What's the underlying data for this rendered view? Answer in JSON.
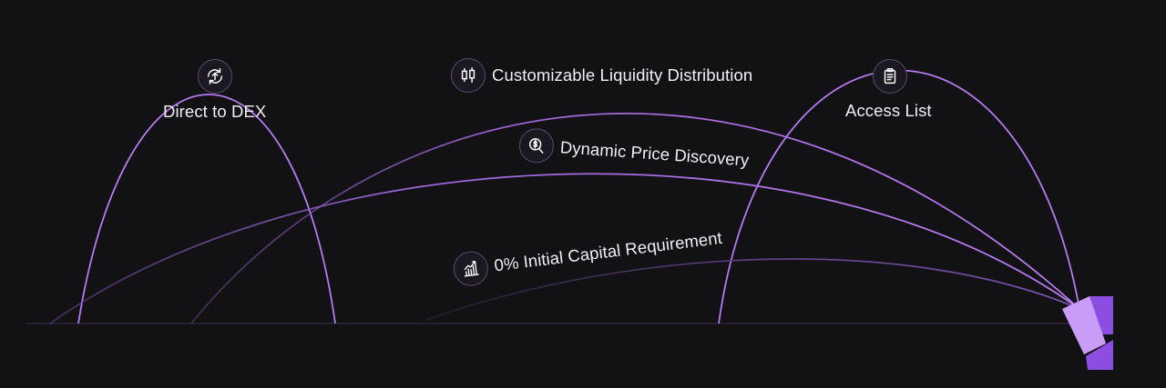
{
  "features": {
    "direct_to_dex": {
      "label": "Direct to DEX",
      "icon": "arrow-up-refresh-icon"
    },
    "custom_liquidity": {
      "label": "Customizable Liquidity Distribution",
      "icon": "candlestick-icon"
    },
    "price_discovery": {
      "label": "Dynamic Price Discovery",
      "icon": "search-dollar-icon"
    },
    "access_list": {
      "label": "Access List",
      "icon": "clipboard-icon"
    },
    "zero_capital": {
      "label": "0% Initial Capital Requirement",
      "icon": "growth-chart-icon"
    }
  },
  "colors": {
    "background": "#121113",
    "arc": "#b77cf2",
    "arc_dim": "#6d4a96",
    "baseline": "#3a2c4d",
    "text": "#f2eef6",
    "logo_light": "#c99cf7",
    "logo_dark": "#8c4ee0"
  }
}
